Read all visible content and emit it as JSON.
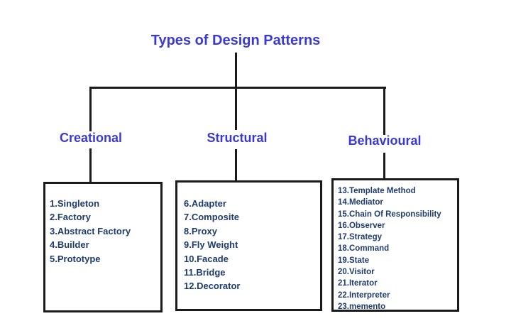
{
  "title": "Types of Design Patterns",
  "branches": [
    {
      "label": "Creational",
      "items": [
        "1.Singleton",
        "2.Factory",
        "3.Abstract Factory",
        "4.Builder",
        "5.Prototype"
      ]
    },
    {
      "label": "Structural",
      "items": [
        "6.Adapter",
        "7.Composite",
        "8.Proxy",
        "9.Fly Weight",
        "10.Facade",
        "11.Bridge",
        "12.Decorator"
      ]
    },
    {
      "label": "Behavioural",
      "items": [
        "13.Template Method",
        "14.Mediator",
        "15.Chain Of Responsibility",
        "16.Observer",
        "17.Strategy",
        "18.Command",
        "19.State",
        "20.Visitor",
        "21.Iterator",
        "22.Interpreter",
        "23.memento"
      ]
    }
  ],
  "colors": {
    "heading_blue": "#3a3ad2",
    "item_navy": "#1f3c6e",
    "line_black": "#1a1a1a",
    "background": "#ffffff"
  }
}
